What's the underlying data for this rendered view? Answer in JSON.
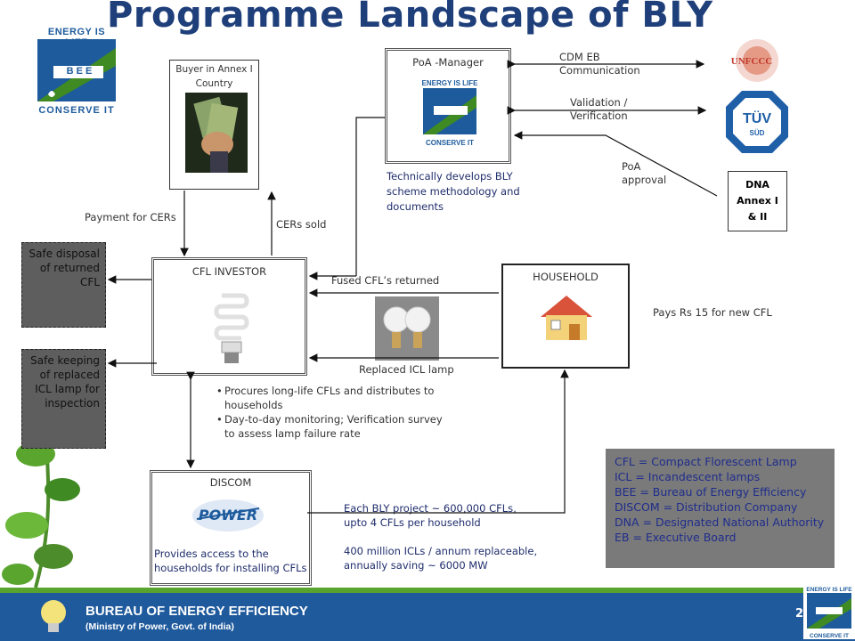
{
  "title": "Programme Landscape of BLY",
  "logo": {
    "line1": "ENERGY IS LIFE",
    "letters": "B E E",
    "line2": "CONSERVE IT"
  },
  "buyer_box": {
    "label": "Buyer in Annex I Country"
  },
  "poa_box": {
    "label": "PoA -Manager",
    "description": "Technically develops BLY scheme methodology and documents"
  },
  "cdm": {
    "label": "CDM EB Communication",
    "org": "UNFCCC"
  },
  "validation": {
    "label": "Validation / Verification",
    "org": "TÜV",
    "org_sub": "SÜD"
  },
  "poa_approval": {
    "label": "PoA approval"
  },
  "dna_box": {
    "label": "DNA Annex I & II"
  },
  "payment_label": "Payment for CERs",
  "cers_label": "CERs sold",
  "safe_disposal": "Safe disposal of returned CFL",
  "safe_keeping": "Safe keeping of replaced ICL lamp for inspection",
  "cfl_investor": {
    "label": "CFL INVESTOR"
  },
  "fused_label": "Fused CFL’s returned",
  "replaced_label": "Replaced ICL lamp",
  "household": {
    "label": "HOUSEHOLD"
  },
  "pays_label": "Pays Rs 15 for  new CFL",
  "investor_bullets": [
    "Procures long-life CFLs and distributes to households",
    "Day-to-day monitoring; Verification survey to assess lamp failure rate"
  ],
  "discom": {
    "label": "DISCOM",
    "logo_text": "POWER",
    "description": "Provides access to the households for installing CFLs"
  },
  "project_text": {
    "line1": "Each BLY project ~ 600,000  CFLs,",
    "line2": "upto 4 CFLs per household",
    "line3": "400 million ICLs / annum replaceable,",
    "line4": "annually saving ~ 6000  MW"
  },
  "legend": [
    "CFL   = Compact Florescent Lamp",
    "ICL    = Incandescent lamps",
    "BEE = Bureau of Energy Efficiency",
    "DISCOM = Distribution Company",
    "DNA = Designated National Authority",
    "EB = Executive Board"
  ],
  "footer": {
    "title": "BUREAU OF ENERGY EFFICIENCY",
    "subtitle": "(Ministry of Power, Govt. of India)",
    "page": "2"
  },
  "colors": {
    "title": "#1f3f7a",
    "bee_blue": "#1d5b9c",
    "bee_green": "#3f8a22",
    "legend_text": "#1f2d8c"
  }
}
